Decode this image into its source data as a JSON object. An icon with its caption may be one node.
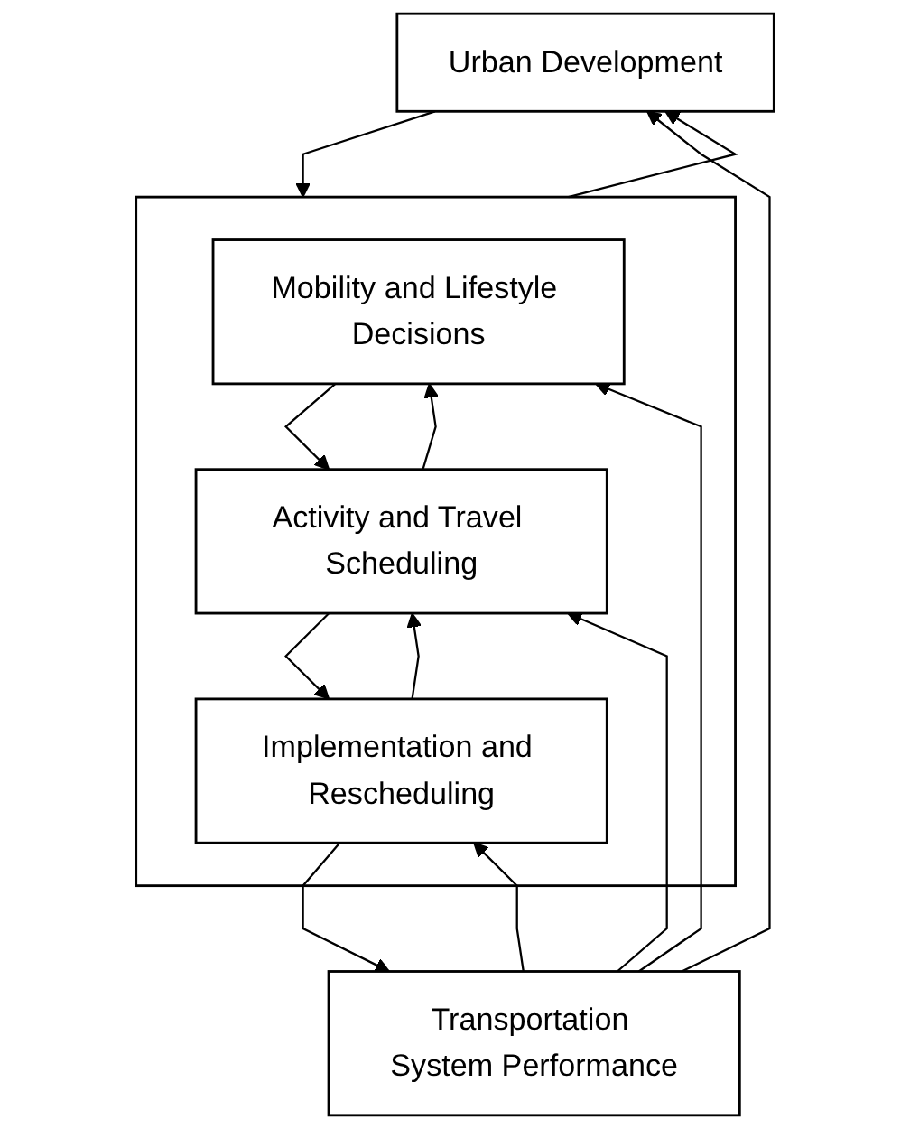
{
  "diagram": {
    "nodes": [
      {
        "text": [
          "Urban Development"
        ]
      },
      {
        "text": [],
        "shape": "box"
      },
      {
        "text": [
          "Mobility and Lifestyle Decisions"
        ],
        "in": 1
      },
      {
        "text": [
          "Activity and Travel Scheduling"
        ],
        "in": 1
      },
      {
        "text": [
          "Implementation and Rescheduling"
        ],
        "in": 1
      },
      {
        "text": [
          "Transportation System Performance"
        ]
      }
    ],
    "edges": [
      {
        "from": 0,
        "to": 1,
        "arrow": "to"
      },
      {
        "from": 1,
        "to": 0,
        "arrow": "to"
      },
      {
        "from": 2,
        "to": 3,
        "arrow": "to"
      },
      {
        "from": 3,
        "to": 2,
        "arrow": "to"
      },
      {
        "from": 3,
        "to": 4,
        "arrow": "to"
      },
      {
        "from": 4,
        "to": 3,
        "arrow": "to"
      },
      {
        "from": 4,
        "to": 5,
        "arrow": "to"
      },
      {
        "from": 5,
        "to": 0,
        "arrow": "to"
      },
      {
        "from": 5,
        "to": 2,
        "arrow": "to"
      },
      {
        "from": 5,
        "to": 3,
        "arrow": "to"
      },
      {
        "from": 5,
        "to": 4,
        "arrow": "to"
      }
    ]
  }
}
